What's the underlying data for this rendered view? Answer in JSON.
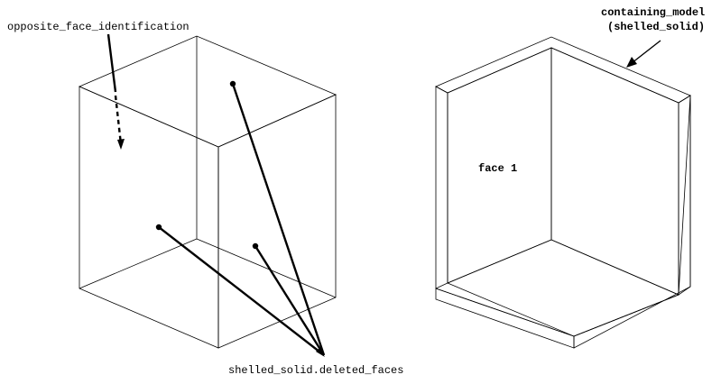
{
  "labels": {
    "opposite_face": "opposite_face_identification",
    "deleted_faces": "shelled_solid.deleted_faces",
    "containing_model_line1": "containing_model",
    "containing_model_line2": "(shelled_solid)",
    "face1": "face 1"
  },
  "colors": {
    "background": "#ffffff",
    "top_face": "#e6e6e6",
    "left_face": "#c8c8c8",
    "right_face": "#7c7b7e",
    "shell_inner_right": "#c4c4c4",
    "shell_floor": "#ececec",
    "shell_rim": "#d2d2d2",
    "line": "#000000"
  }
}
